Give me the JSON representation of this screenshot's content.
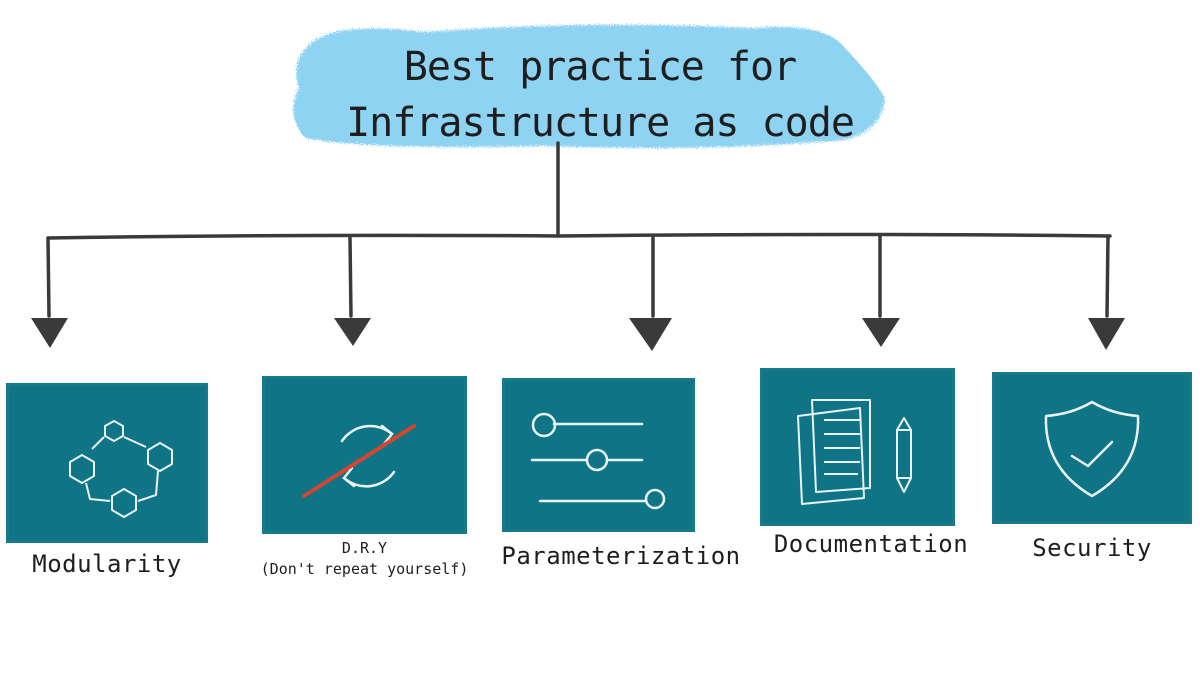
{
  "title": {
    "line1": "Best practice for",
    "line2": "Infrastructure as code"
  },
  "colors": {
    "title_highlight": "#8fd3f2",
    "card": "#0f7486",
    "chalk": "#e8f4f6",
    "strike": "#d4462f",
    "line": "#3a3a3a"
  },
  "practices": [
    {
      "label": "Modularity",
      "icon": "connected-hexagons-icon"
    },
    {
      "label": "D.R.Y",
      "sublabel": "(Don't repeat yourself)",
      "icon": "crossed-refresh-icon"
    },
    {
      "label": "Parameterization",
      "icon": "sliders-icon"
    },
    {
      "label": "Documentation",
      "icon": "documents-pencil-icon"
    },
    {
      "label": "Security",
      "icon": "shield-check-icon"
    }
  ]
}
